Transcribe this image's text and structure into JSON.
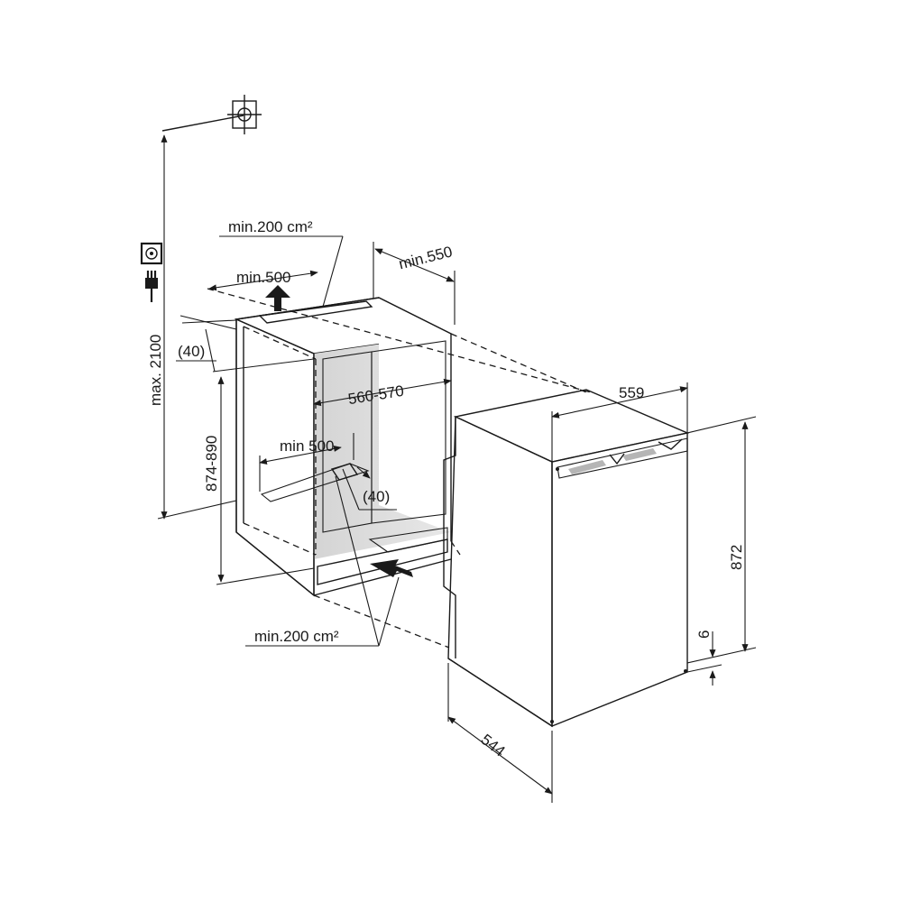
{
  "labels": {
    "max_height": "max. 2100",
    "vent_top_area": "min.200 cm²",
    "vent_top_width": "min.500",
    "depth_min": "min.550",
    "gap_top": "(40)",
    "niche_width": "560-570",
    "niche_height": "874-890",
    "vent_inner_width": "min 500",
    "gap_inner": "(40)",
    "vent_bottom_area": "min.200 cm²",
    "unit_width": "559",
    "unit_height": "872",
    "unit_plinth": "6",
    "unit_depth": "544"
  },
  "colors": {
    "line": "#1a1a1a",
    "wall_shade": "#c8c8c8",
    "interior_shade": "#d9d9d9",
    "grille": "#e6e6e6"
  },
  "icons": [
    "wall-outlet-icon",
    "socket-symbol-icon",
    "power-plug-icon",
    "dimension-arrow-icon"
  ]
}
